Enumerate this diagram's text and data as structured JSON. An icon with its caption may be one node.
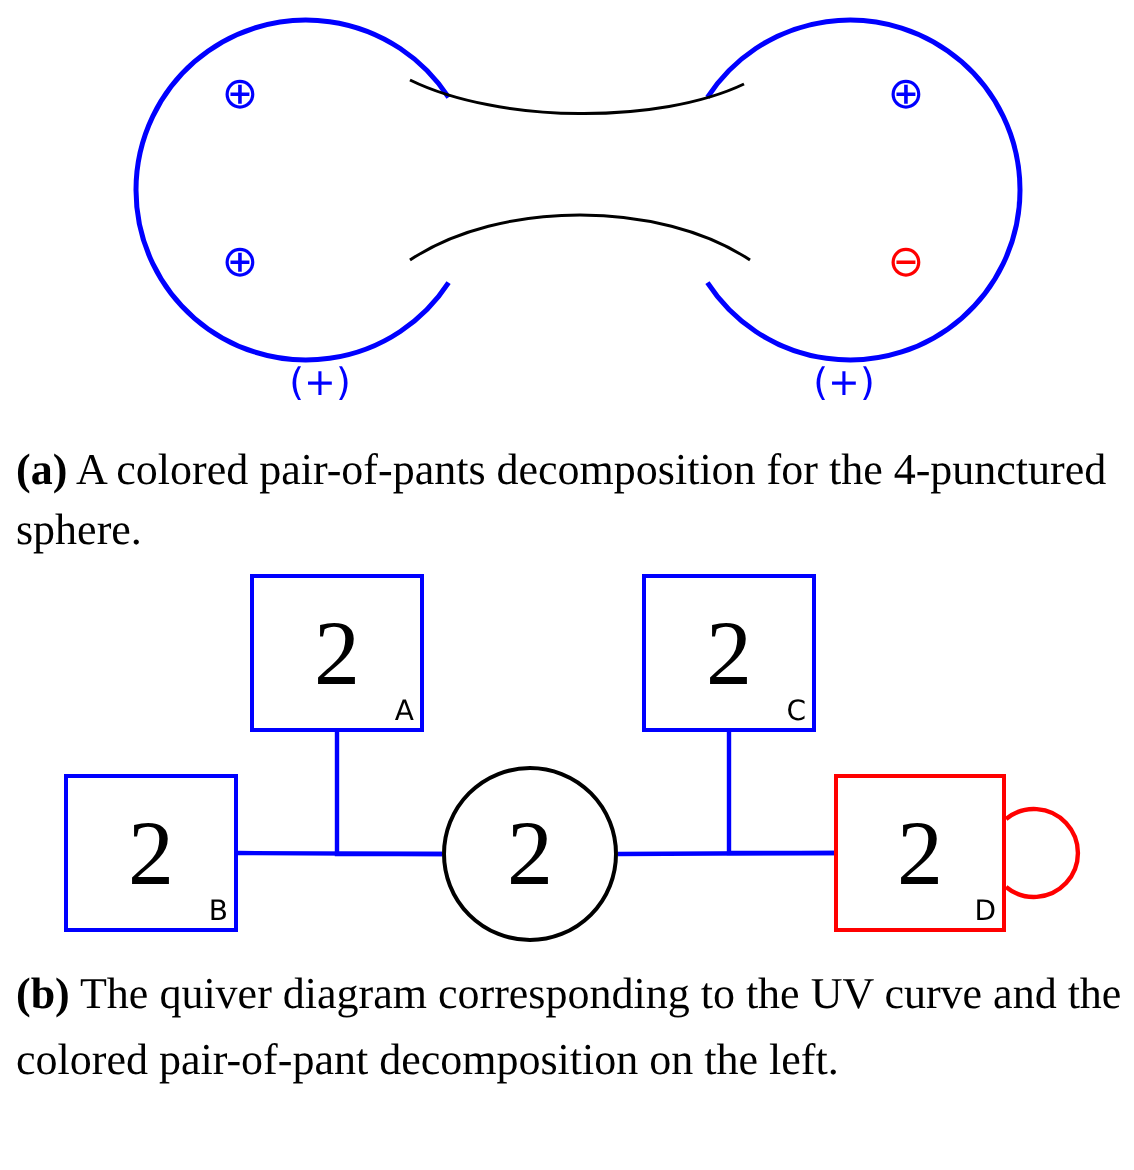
{
  "diagram": {
    "nodes": [
      {
        "text": [
          "2",
          "A"
        ]
      },
      {
        "text": [
          "2",
          "C"
        ]
      },
      {
        "text": [
          "2",
          "B"
        ]
      },
      {
        "text": [
          "2"
        ]
      },
      {
        "text": [
          "2",
          "D"
        ]
      }
    ],
    "edges": [
      {
        "from": 2,
        "to": 3,
        "arrow": "none"
      },
      {
        "from": 0,
        "to": 3,
        "arrow": "none"
      },
      {
        "from": 3,
        "to": 4,
        "arrow": "none"
      },
      {
        "from": 1,
        "to": 4,
        "arrow": "none"
      },
      {
        "from": 4,
        "to": 4,
        "arrow": "none",
        "color": "#ff0000"
      }
    ],
    "labels": [
      "⊕",
      "⊕",
      "⊕",
      "⊖",
      "(+)",
      "(+)",
      "**(a)** A colored pair-of-pants decomposition for the 4-punctured sphere.",
      "**(b)** The quiver diagram corresponding to the UV curve and the colored pair-of-pant decomposition on the left."
    ]
  }
}
